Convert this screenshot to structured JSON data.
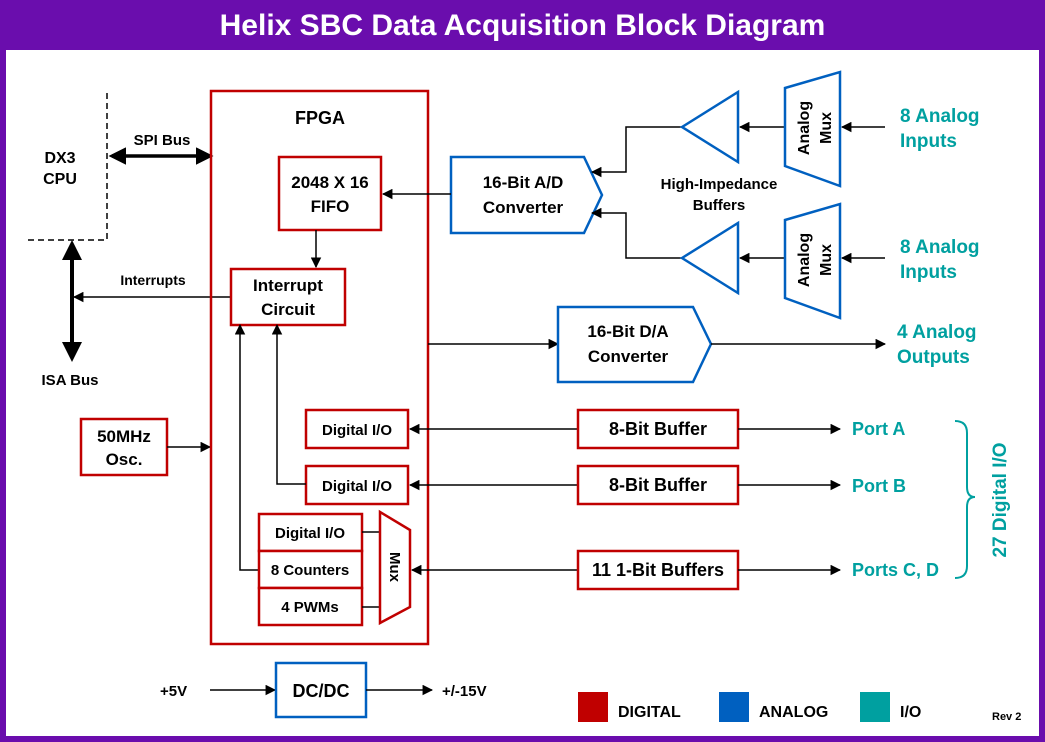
{
  "title": "Helix SBC Data Acquisition Block Diagram",
  "cpu": {
    "line1": "DX3",
    "line2": "CPU"
  },
  "spi_bus": "SPI Bus",
  "interrupts": "Interrupts",
  "isa_bus": "ISA Bus",
  "osc": {
    "line1": "50MHz",
    "line2": "Osc."
  },
  "fpga": {
    "label": "FPGA",
    "fifo": {
      "line1": "2048 X 16",
      "line2": "FIFO"
    },
    "interrupt": {
      "line1": "Interrupt",
      "line2": "Circuit"
    },
    "dio1": "Digital I/O",
    "dio2": "Digital I/O",
    "dio3": "Digital I/O",
    "counters": "8 Counters",
    "pwms": "4 PWMs",
    "mux": "Mux"
  },
  "adc": {
    "line1": "16-Bit A/D",
    "line2": "Converter"
  },
  "dac": {
    "line1": "16-Bit D/A",
    "line2": "Converter"
  },
  "buffers_label": {
    "line1": "High-Impedance",
    "line2": "Buffers"
  },
  "analog_mux": {
    "line1": "Analog",
    "line2": "Mux"
  },
  "analog_in_1": {
    "line1": "8 Analog",
    "line2": "Inputs"
  },
  "analog_in_2": {
    "line1": "8 Analog",
    "line2": "Inputs"
  },
  "analog_out": {
    "line1": "4 Analog",
    "line2": "Outputs"
  },
  "buffer_a": "8-Bit Buffer",
  "buffer_b": "8-Bit Buffer",
  "buffer_cd": "11 1-Bit Buffers",
  "port_a": "Port A",
  "port_b": "Port B",
  "port_cd": "Ports C, D",
  "digital_io_group": "27 Digital I/O",
  "power": {
    "in": "+5V",
    "block": "DC/DC",
    "out": "+/-15V"
  },
  "legend": {
    "digital": "DIGITAL",
    "analog": "ANALOG",
    "io": "I/O"
  },
  "rev": "Rev 2",
  "colors": {
    "digital": "#c00000",
    "analog": "#0060c0",
    "io": "#00a0a0",
    "frame": "#6a0dad"
  }
}
